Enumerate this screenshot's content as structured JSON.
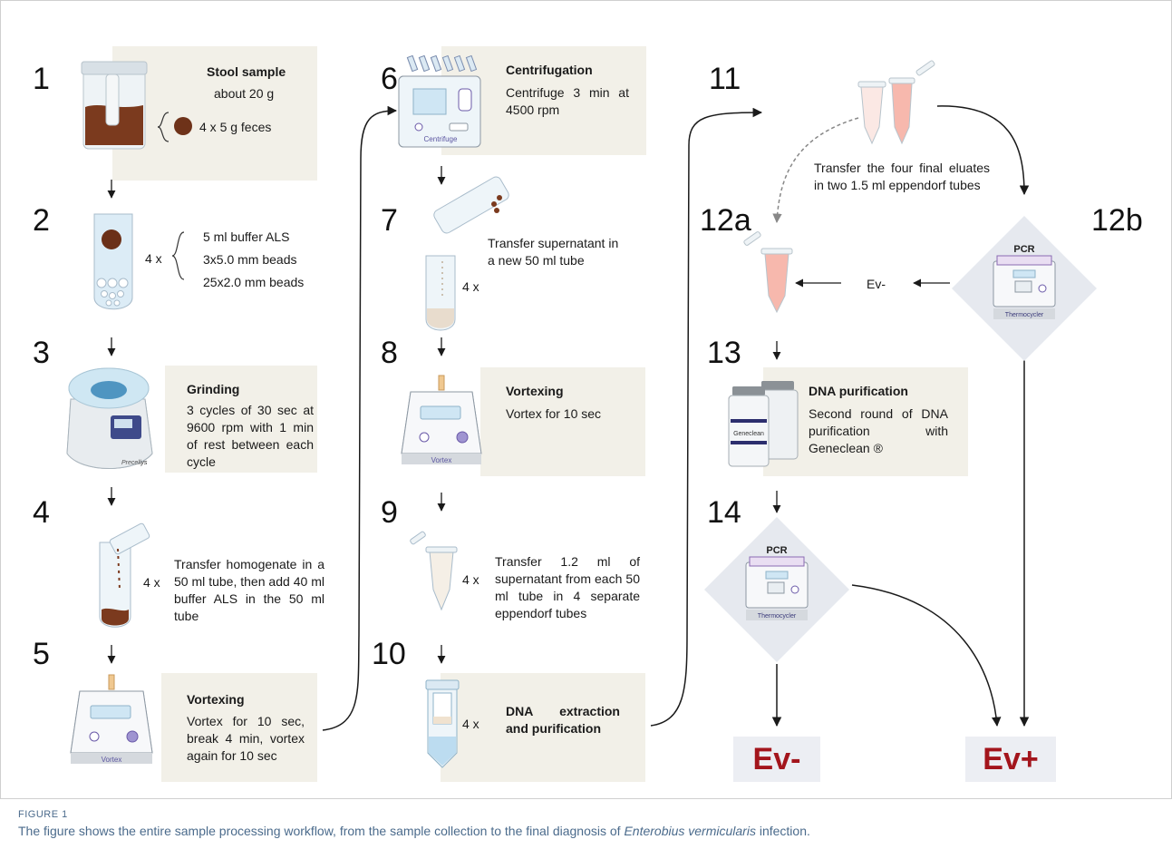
{
  "steps": {
    "s1": {
      "num": "1",
      "title": "Stool sample",
      "line1": "about 20 g",
      "line2": "4 x 5 g feces"
    },
    "s2": {
      "num": "2",
      "mult": "4 x",
      "items": [
        "5 ml buffer ALS",
        "3x5.0 mm beads",
        "25x2.0 mm beads"
      ]
    },
    "s3": {
      "num": "3",
      "title": "Grinding",
      "text": "3 cycles of 30 sec at 9600 rpm with 1 min of rest between each cycle",
      "device": "Precellys"
    },
    "s4": {
      "num": "4",
      "mult": "4 x",
      "text": "Transfer homogenate in a 50 ml tube, then add 40 ml buffer ALS in the 50 ml tube"
    },
    "s5": {
      "num": "5",
      "title": "Vortexing",
      "text": "Vortex for 10 sec, break 4 min, vortex again for 10 sec",
      "device": "Vortex"
    },
    "s6": {
      "num": "6",
      "title": "Centrifugation",
      "text": "Centrifuge 3 min at 4500 rpm",
      "device": "Centrifuge"
    },
    "s7": {
      "num": "7",
      "mult": "4 x",
      "text": "Transfer supernatant in a new 50 ml tube"
    },
    "s8": {
      "num": "8",
      "title": "Vortexing",
      "text": "Vortex for 10 sec",
      "device": "Vortex"
    },
    "s9": {
      "num": "9",
      "mult": "4 x",
      "text": "Transfer 1.2 ml of supernatant from each 50 ml tube in 4 separate eppendorf tubes"
    },
    "s10": {
      "num": "10",
      "mult": "4 x",
      "title": "DNA extraction and purification"
    },
    "s11": {
      "num": "11",
      "text": "Transfer the four final eluates in two 1.5 ml eppendorf tubes"
    },
    "s12a": {
      "num": "12a"
    },
    "s12b": {
      "num": "12b",
      "pcr": "PCR",
      "device": "Thermocycler"
    },
    "ev_minus_label": "Ev-",
    "s13": {
      "num": "13",
      "title": "DNA purification",
      "text": "Second round of DNA purification with Geneclean ®",
      "bottle": "Geneclean"
    },
    "s14": {
      "num": "14",
      "pcr": "PCR",
      "device": "Thermocycler"
    }
  },
  "results": {
    "negative": "Ev-",
    "positive": "Ev+"
  },
  "caption": {
    "head": "FIGURE 1",
    "pre": "The figure shows the entire sample processing workflow, from the sample collection to the final diagnosis of ",
    "species": "Enterobius vermicularis",
    "post": " infection."
  }
}
